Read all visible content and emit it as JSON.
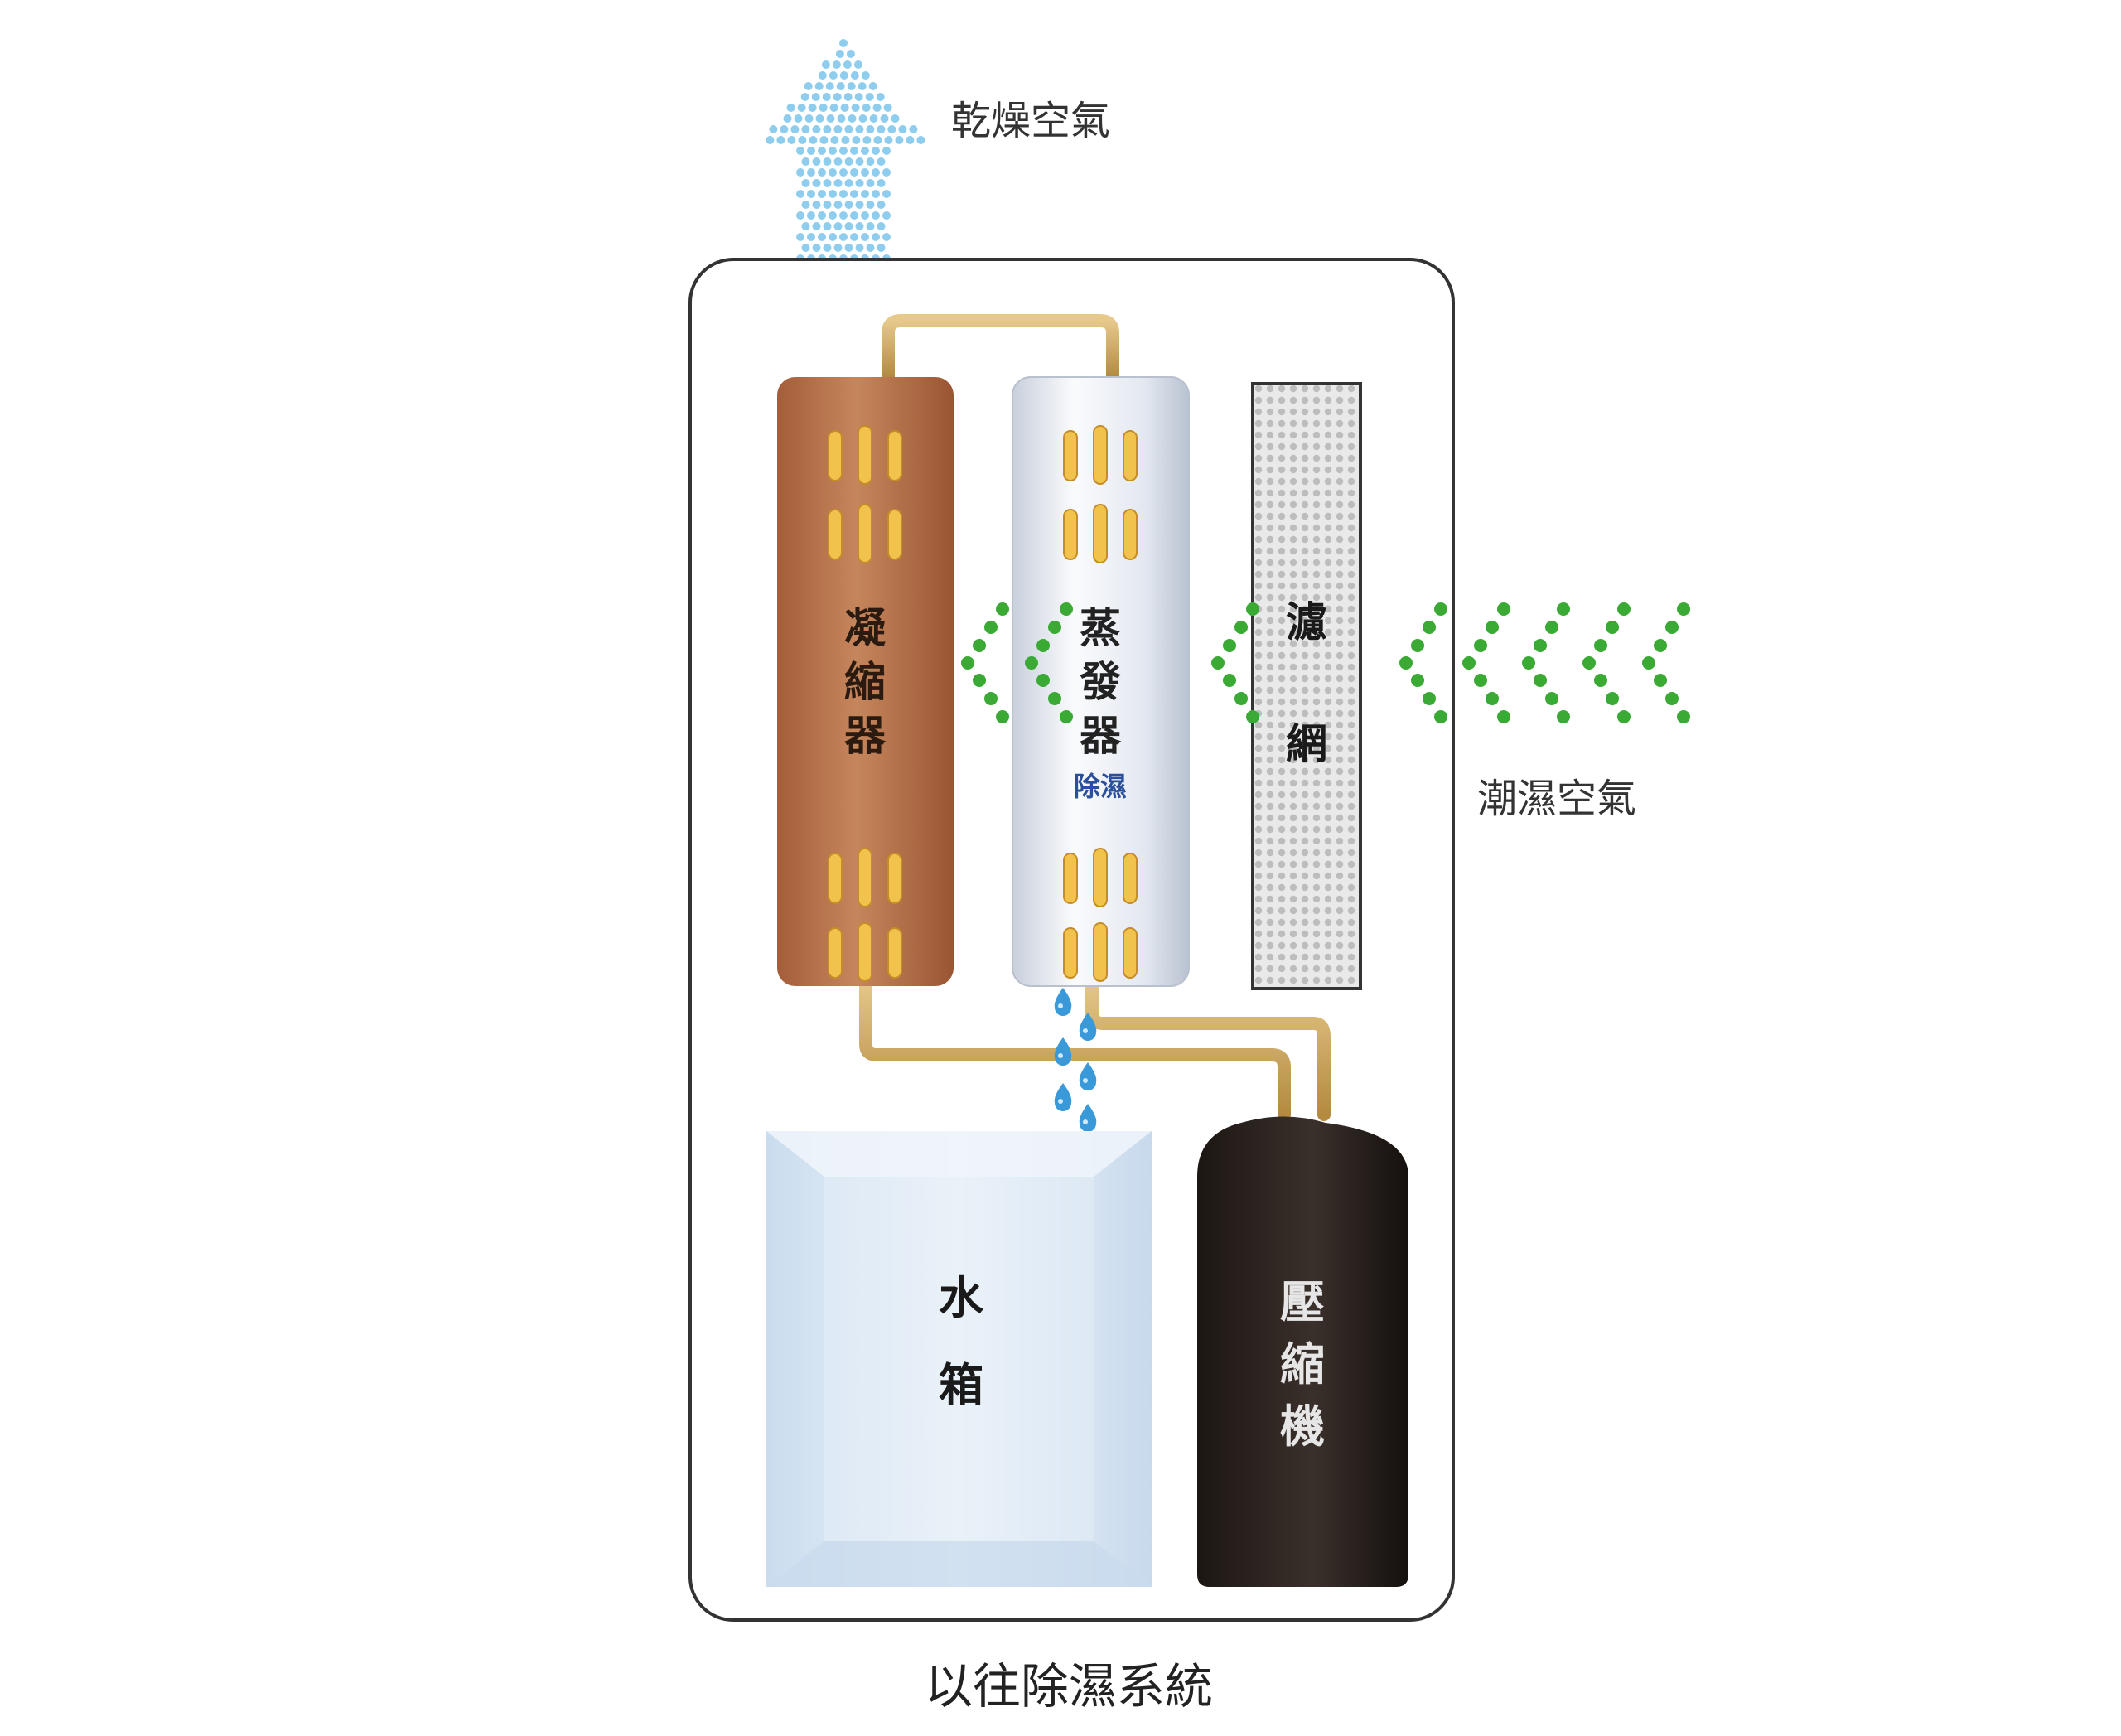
{
  "labels": {
    "dry_air": "乾燥空氣",
    "humid_air": "潮濕空氣",
    "condenser": [
      "凝",
      "縮",
      "器"
    ],
    "evaporator": [
      "蒸",
      "發",
      "器"
    ],
    "evaporator_sub": "除濕",
    "filter": [
      "濾",
      "網"
    ],
    "water_tank": [
      "水",
      "箱"
    ],
    "compressor": [
      "壓",
      "縮",
      "機"
    ],
    "caption": "以往除濕系統"
  },
  "colors": {
    "dry_air_dots": "#8fcdee",
    "humid_air_dots": "#3aaa35",
    "condenser_body": "#b8714a",
    "evaporator_body": "#dde3ec",
    "compressor_body": "#231c18",
    "tank_body": "#dbe7f3",
    "pipe": "#c9a25a",
    "water_drop": "#3a9ad9",
    "evaporator_sub_text": "#2a4f9c"
  },
  "icons": [
    "up-arrow-icon",
    "chevron-left-icon",
    "water-drop-icon"
  ]
}
